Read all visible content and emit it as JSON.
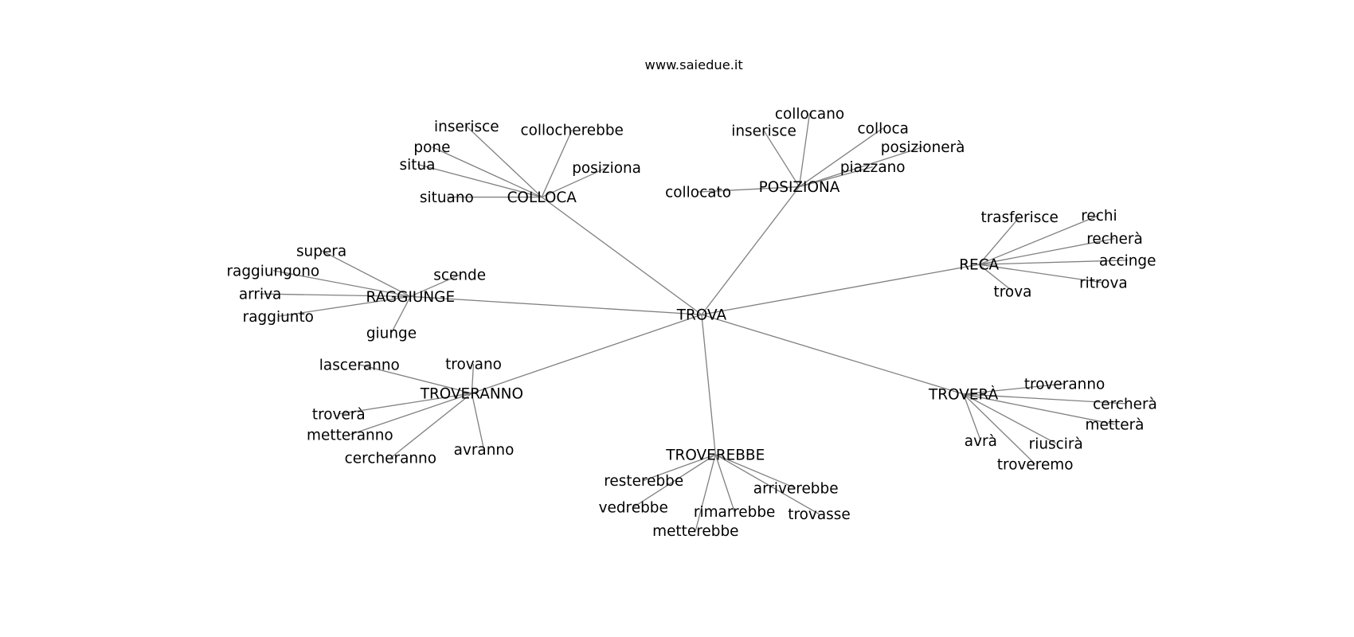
{
  "title": "www.saiedue.it",
  "root": "TROVA",
  "clusters": [
    {
      "hub": "COLLOCA",
      "leaves": [
        "situano",
        "situa",
        "pone",
        "inserisce",
        "collocherebbe",
        "posiziona"
      ]
    },
    {
      "hub": "POSIZIONA",
      "leaves": [
        "collocato",
        "inserisce",
        "collocano",
        "colloca",
        "posizionerà",
        "piazzano"
      ]
    },
    {
      "hub": "RECA",
      "leaves": [
        "trasferisce",
        "rechi",
        "recherà",
        "accinge",
        "ritrova",
        "trova"
      ]
    },
    {
      "hub": "RAGGIUNGE",
      "leaves": [
        "supera",
        "raggiungono",
        "arriva",
        "raggiunto",
        "scende",
        "giunge"
      ]
    },
    {
      "hub": "TROVERANNO",
      "leaves": [
        "lasceranno",
        "trovano",
        "troverà",
        "metteranno",
        "cercheranno",
        "avranno"
      ]
    },
    {
      "hub": "TROVEREBBE",
      "leaves": [
        "resterebbe",
        "vedrebbe",
        "metterebbe",
        "rimarrebbe",
        "trovasse",
        "arriverebbe"
      ]
    },
    {
      "hub": "TROVERÀ",
      "leaves": [
        "troveranno",
        "cercherà",
        "metterà",
        "riuscirà",
        "troveremo",
        "avrà"
      ]
    }
  ],
  "colors": {
    "edge": "#808080",
    "text": "#000000"
  }
}
